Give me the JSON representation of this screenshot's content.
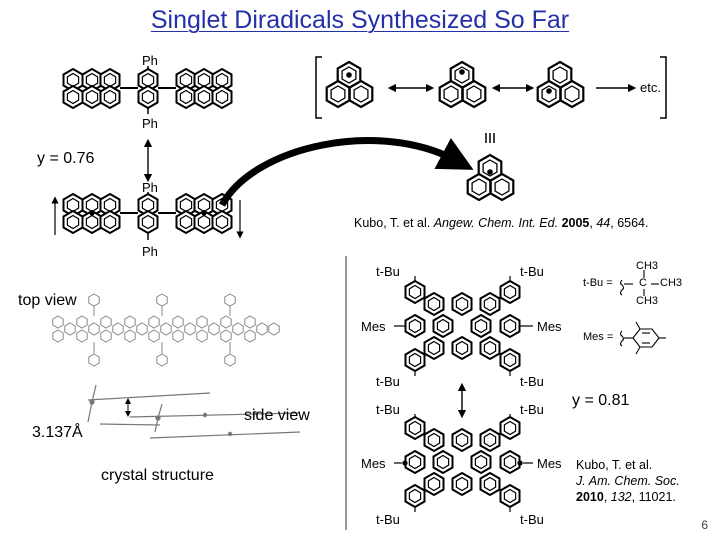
{
  "title": "Singlet Diradicals Synthesized So Far",
  "top_molecule": {
    "ph_top": "Ph",
    "ph_bottom": "Ph",
    "y_value": "y = 0.76"
  },
  "lower_molecule": {
    "ph_top": "Ph",
    "ph_bottom": "Ph"
  },
  "phenalenyl": {
    "etc": "etc."
  },
  "reference_1": {
    "authors": "Kubo, T. et al.",
    "journal": "Angew. Chem. Int. Ed.",
    "year": "2005",
    "volume": "44",
    "pages": "6564."
  },
  "crystal": {
    "top_view": "top view",
    "side_view": "side view",
    "distance": "3.137Å",
    "caption": "crystal structure"
  },
  "zethrene": {
    "tbu_1": "t-Bu",
    "tbu_2": "t-Bu",
    "tbu_3": "t-Bu",
    "tbu_4": "t-Bu",
    "tbu_5": "t-Bu",
    "tbu_6": "t-Bu",
    "tbu_7": "t-Bu",
    "tbu_8": "t-Bu",
    "mes_1": "Mes",
    "mes_2": "Mes",
    "mes_3": "Mes",
    "mes_4": "Mes",
    "y_value": "y = 0.81"
  },
  "legend": {
    "tbu_def": "t-Bu =",
    "ch3_top": "CH3",
    "c_center": "C",
    "ch3_right": "CH3",
    "ch3_bottom": "CH3",
    "mes_def": "Mes ="
  },
  "reference_2": {
    "authors": "Kubo, T. et al.",
    "journal": "J. Am. Chem. Soc.",
    "year": "2010",
    "volume": "132",
    "pages": "11021."
  },
  "page_number": "6"
}
